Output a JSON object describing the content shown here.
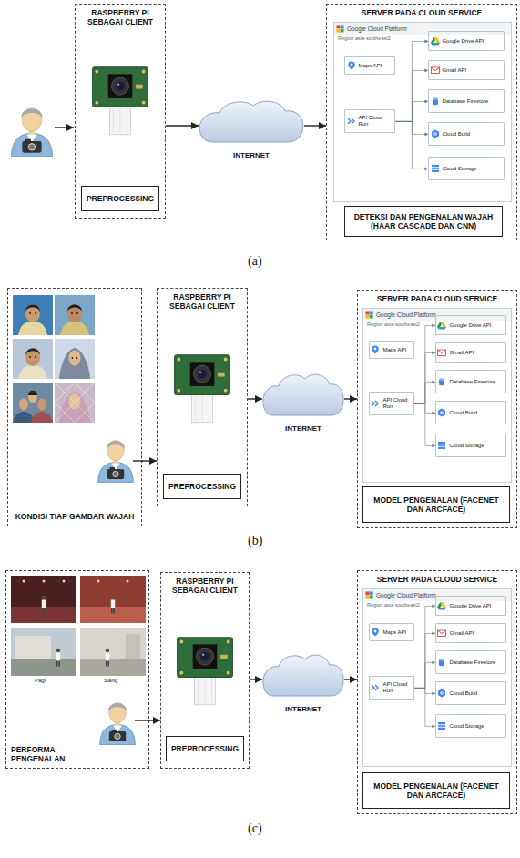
{
  "diagram": {
    "nodes": [
      {
        "text": [
          "RASPBERRY PI SEBAGAI CLIENT"
        ]
      },
      {
        "text": [
          "PREPROCESSING"
        ],
        "in": 0
      },
      {
        "text": [
          "INTERNET"
        ]
      },
      {
        "text": [
          "SERVER PADA CLOUD SERVICE"
        ]
      },
      {
        "text": [
          "Google Cloud Platform",
          "Region asia-southeast2"
        ],
        "in": 3
      },
      {
        "text": [
          "Maps API"
        ],
        "in": 4
      },
      {
        "text": [
          "API Cloud Run"
        ],
        "in": 4
      },
      {
        "text": [
          "Google Drive API"
        ],
        "in": 4
      },
      {
        "text": [
          "Gmail API"
        ],
        "in": 4
      },
      {
        "text": [
          "Database Firestore"
        ],
        "in": 4
      },
      {
        "text": [
          "Cloud Build"
        ],
        "in": 4
      },
      {
        "text": [
          "Cloud Storage"
        ],
        "in": 4
      },
      {
        "text": [
          "DETEKSI DAN PENGENALAN WAJAH (HAAR CASCADE DAN CNN)"
        ],
        "in": 3
      },
      {
        "text": [
          "KONDISI TIAP GAMBAR WAJAH"
        ]
      },
      {
        "text": [
          "RASPBERRY PI SEBAGAI CLIENT"
        ]
      },
      {
        "text": [
          "PREPROCESSING"
        ],
        "in": 14
      },
      {
        "text": [
          "INTERNET"
        ]
      },
      {
        "text": [
          "SERVER PADA CLOUD SERVICE"
        ]
      },
      {
        "text": [
          "Google Cloud Platform",
          "Region asia-southeast2"
        ],
        "in": 17
      },
      {
        "text": [
          "Maps API"
        ],
        "in": 18
      },
      {
        "text": [
          "API Cloud Run"
        ],
        "in": 18
      },
      {
        "text": [
          "Google Drive API"
        ],
        "in": 18
      },
      {
        "text": [
          "Gmail API"
        ],
        "in": 18
      },
      {
        "text": [
          "Database Firestore"
        ],
        "in": 18
      },
      {
        "text": [
          "Cloud Build"
        ],
        "in": 18
      },
      {
        "text": [
          "Cloud Storage"
        ],
        "in": 18
      },
      {
        "text": [
          "MODEL PENGENALAN (FACENET DAN ARCFACE)"
        ],
        "in": 17
      },
      {
        "text": [
          "PERFORMA PENGENALAN"
        ]
      },
      {
        "text": [
          "RASPBERRY PI SEBAGAI CLIENT"
        ]
      },
      {
        "text": [
          "PREPROCESSING"
        ],
        "in": 28
      },
      {
        "text": [
          "INTERNET"
        ]
      },
      {
        "text": [
          "SERVER PADA CLOUD SERVICE"
        ]
      },
      {
        "text": [
          "Google Cloud Platform",
          "Region asia-southeast2"
        ],
        "in": 31
      },
      {
        "text": [
          "Maps API"
        ],
        "in": 32
      },
      {
        "text": [
          "API Cloud Run"
        ],
        "in": 32
      },
      {
        "text": [
          "Google Drive API"
        ],
        "in": 32
      },
      {
        "text": [
          "Gmail API"
        ],
        "in": 32
      },
      {
        "text": [
          "Database Firestore"
        ],
        "in": 32
      },
      {
        "text": [
          "Cloud Build"
        ],
        "in": 32
      },
      {
        "text": [
          "Cloud Storage"
        ],
        "in": 32
      },
      {
        "text": [
          "MODEL PENGENALAN (FACENET DAN ARCFACE)"
        ],
        "in": 31
      }
    ],
    "edges": [
      {
        "from": 0,
        "to": 2,
        "arrow": "to"
      },
      {
        "from": 2,
        "to": 3,
        "arrow": "to"
      },
      {
        "from": 6,
        "to": 7,
        "arrow": "to"
      },
      {
        "from": 6,
        "to": 8,
        "arrow": "to"
      },
      {
        "from": 6,
        "to": 9,
        "arrow": "to"
      },
      {
        "from": 6,
        "to": 10,
        "arrow": "to"
      },
      {
        "from": 6,
        "to": 11,
        "arrow": "to"
      },
      {
        "from": 13,
        "to": 14,
        "arrow": "to"
      },
      {
        "from": 14,
        "to": 16,
        "arrow": "to"
      },
      {
        "from": 16,
        "to": 17,
        "arrow": "to"
      },
      {
        "from": 20,
        "to": 21,
        "arrow": "to"
      },
      {
        "from": 20,
        "to": 22,
        "arrow": "to"
      },
      {
        "from": 20,
        "to": 23,
        "arrow": "to"
      },
      {
        "from": 20,
        "to": 24,
        "arrow": "to"
      },
      {
        "from": 20,
        "to": 25,
        "arrow": "to"
      },
      {
        "from": 27,
        "to": 28,
        "arrow": "to"
      },
      {
        "from": 28,
        "to": 30,
        "arrow": "to"
      },
      {
        "from": 30,
        "to": 31,
        "arrow": "to"
      },
      {
        "from": 34,
        "to": 35,
        "arrow": "to"
      },
      {
        "from": 34,
        "to": 36,
        "arrow": "to"
      },
      {
        "from": 34,
        "to": 37,
        "arrow": "to"
      },
      {
        "from": 34,
        "to": 38,
        "arrow": "to"
      },
      {
        "from": 34,
        "to": 39,
        "arrow": "to"
      }
    ],
    "labels": [
      "(a)",
      "(b)",
      "Pagi",
      "Siang",
      "(c)"
    ]
  }
}
